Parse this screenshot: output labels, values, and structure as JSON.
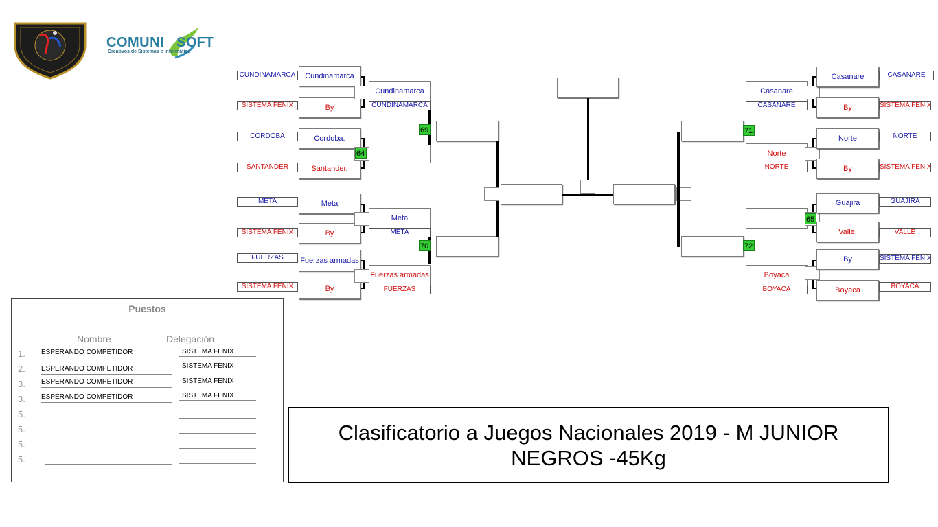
{
  "logos": {
    "brand_left": "COMUNI",
    "brand_right": "OFT",
    "brand_s": "S",
    "brand_tagline": "Creativos de Sistemas e Informática"
  },
  "left": {
    "r1": [
      {
        "name": "Cundinamarca",
        "deleg": "CUNDINAMARCA"
      },
      {
        "name": "By",
        "deleg": "SISTEMA FENIX"
      },
      {
        "name": "Cordoba.",
        "deleg": "CORDOBA"
      },
      {
        "name": "Santander.",
        "deleg": "SANTANDER"
      },
      {
        "name": "Meta",
        "deleg": "META"
      },
      {
        "name": "By",
        "deleg": "SISTEMA FENIX"
      },
      {
        "name": "Fuerzas armadas",
        "deleg": "FUERZAS"
      },
      {
        "name": "By",
        "deleg": "SISTEMA FENIX"
      }
    ],
    "r2": [
      {
        "name": "Cundinamarca",
        "deleg": "CUNDINAMARCA"
      },
      {
        "name": "",
        "deleg": ""
      },
      {
        "name": "Meta",
        "deleg": "META"
      },
      {
        "name": "Fuerzas armadas",
        "deleg": "FUERZAS"
      }
    ],
    "badges": {
      "b64": "64",
      "b69": "69",
      "b70": "70"
    }
  },
  "right": {
    "r1": [
      {
        "name": "Casanare",
        "deleg": "CASANARE"
      },
      {
        "name": "By",
        "deleg": "SISTEMA FENIX"
      },
      {
        "name": "Norte",
        "deleg": "NORTE"
      },
      {
        "name": "By",
        "deleg": "SISTEMA FENIX"
      },
      {
        "name": "Guajira",
        "deleg": "GUAJIRA"
      },
      {
        "name": "Valle.",
        "deleg": "VALLE"
      },
      {
        "name": "By",
        "deleg": "SISTEMA FENIX"
      },
      {
        "name": "Boyaca",
        "deleg": "BOYACA"
      }
    ],
    "r2": [
      {
        "name": "Casanare",
        "deleg": "CASANARE"
      },
      {
        "name": "Norte",
        "deleg": "NORTE"
      },
      {
        "name": "",
        "deleg": ""
      },
      {
        "name": "Boyaca",
        "deleg": "BOYACA"
      }
    ],
    "badges": {
      "b71": "71",
      "b65": "65",
      "b72": "72"
    }
  },
  "puestos": {
    "title": "Puestos",
    "col_name": "Nombre",
    "col_deleg": "Delegación",
    "rows": [
      {
        "num": "1.",
        "name": "ESPERANDO COMPETIDOR",
        "deleg": "SISTEMA FENIX"
      },
      {
        "num": "2.",
        "name": "ESPERANDO COMPETIDOR",
        "deleg": "SISTEMA FENIX"
      },
      {
        "num": "3.",
        "name": "ESPERANDO COMPETIDOR",
        "deleg": "SISTEMA FENIX"
      },
      {
        "num": "3.",
        "name": "ESPERANDO COMPETIDOR",
        "deleg": "SISTEMA FENIX"
      },
      {
        "num": "5.",
        "name": "",
        "deleg": ""
      },
      {
        "num": "5.",
        "name": "",
        "deleg": ""
      },
      {
        "num": "5.",
        "name": "",
        "deleg": ""
      },
      {
        "num": "5.",
        "name": "",
        "deleg": ""
      }
    ]
  },
  "event": {
    "line1": "Clasificatorio a Juegos Nacionales 2019 - M JUNIOR",
    "line2": "NEGROS -45Kg"
  }
}
